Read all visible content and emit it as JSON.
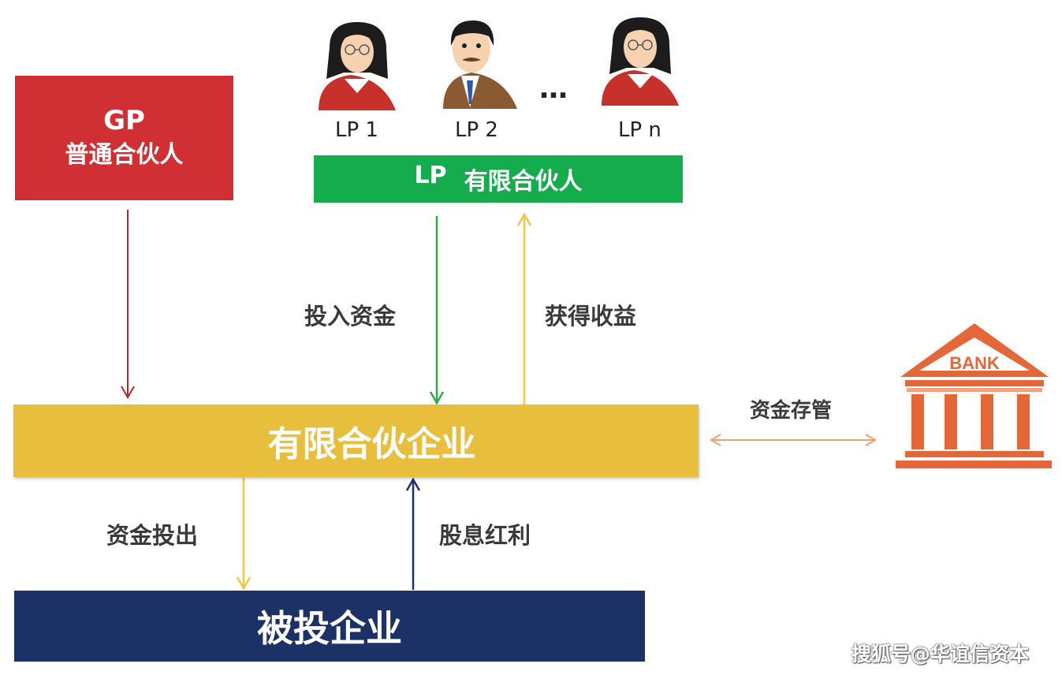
{
  "gp": {
    "code": "GP",
    "name": "普通合伙人"
  },
  "lp": {
    "people": [
      {
        "label": "LP 1"
      },
      {
        "label": "LP 2"
      },
      {
        "label": "LP n"
      }
    ],
    "ellipsis": "…",
    "box_code": "LP",
    "box_name": "有限合伙人"
  },
  "fund": {
    "name": "有限合伙企业"
  },
  "target": {
    "name": "被投企业"
  },
  "flows": {
    "invest": "投入资金",
    "returns": "获得收益",
    "outbound": "资金投出",
    "dividends": "股息红利",
    "custody": "资金存管"
  },
  "bank": {
    "sign": "BANK"
  },
  "watermark": "搜狐号@华谊信资本",
  "colors": {
    "gp_red": "#d02f34",
    "lp_green": "#15ac4d",
    "fund_yellow": "#e8bf3d",
    "target_navy": "#1c3166",
    "bank_orange": "#e4673a",
    "custody_orange": "#f0a070"
  }
}
